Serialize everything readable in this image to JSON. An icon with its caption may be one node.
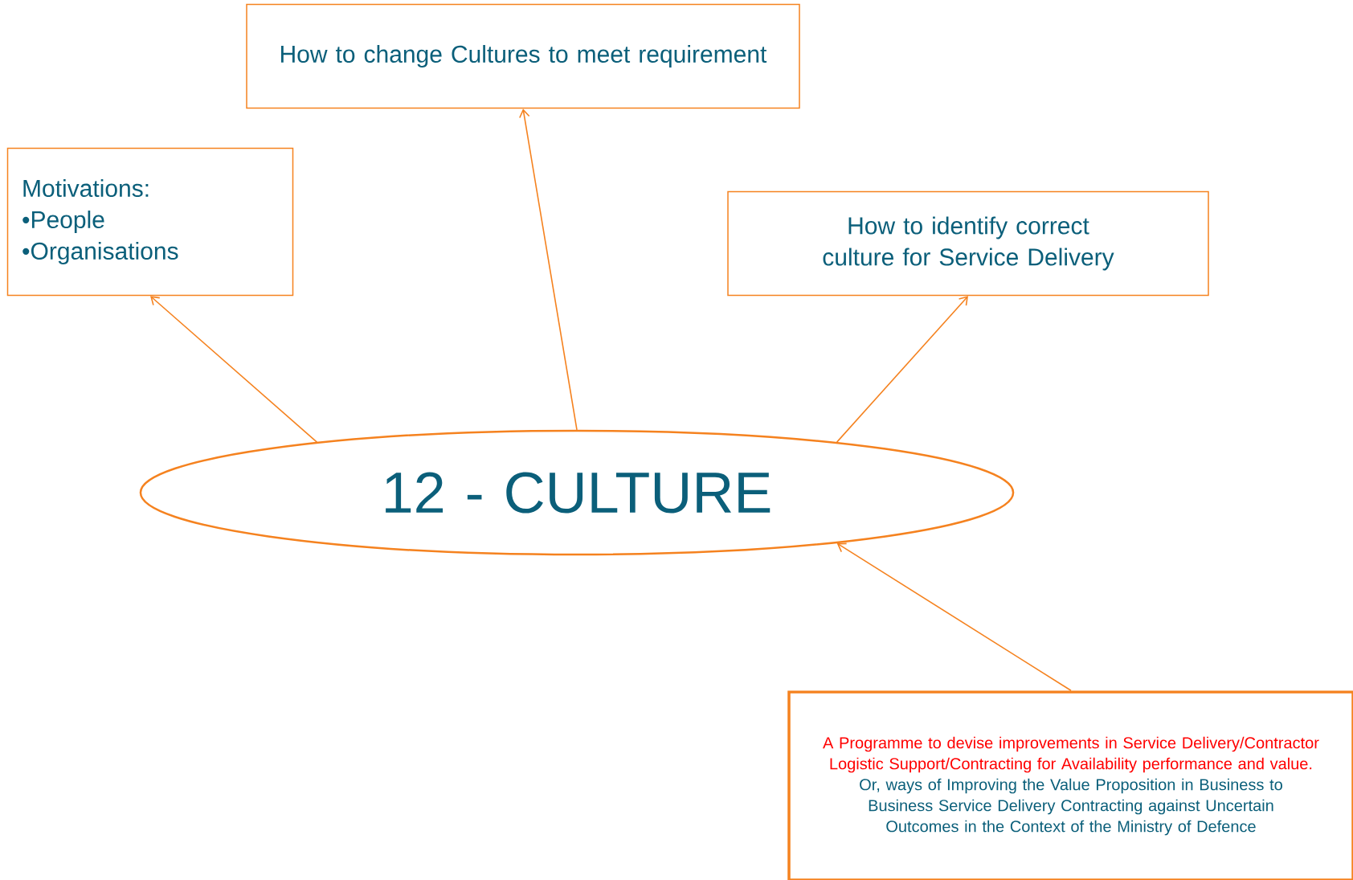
{
  "diagram": {
    "nodes": [
      {
        "text": [
          "12 - CULTURE"
        ]
      },
      {
        "text": [
          "How to change Cultures to meet requirement"
        ]
      },
      {
        "text": [
          "Motivations:",
          "•People",
          "•Organisations"
        ]
      },
      {
        "text": [
          "How to identify correct culture for Service Delivery"
        ]
      },
      {
        "text": [
          "A Programme to devise improvements in Service Delivery/Contractor Logistic Support/Contracting for Availability performance and value.",
          "Or, ways of Improving the Value Proposition in Business to Business Service Delivery Contracting against Uncertain Outcomes in the Context of the Ministry of Defence"
        ]
      }
    ],
    "edges": [
      {
        "from": 0,
        "to": 2,
        "arrow": "to"
      },
      {
        "from": 0,
        "to": 1,
        "arrow": "to"
      },
      {
        "from": 0,
        "to": 3,
        "arrow": "to"
      },
      {
        "from": 4,
        "to": 0,
        "arrow": "to"
      }
    ]
  }
}
